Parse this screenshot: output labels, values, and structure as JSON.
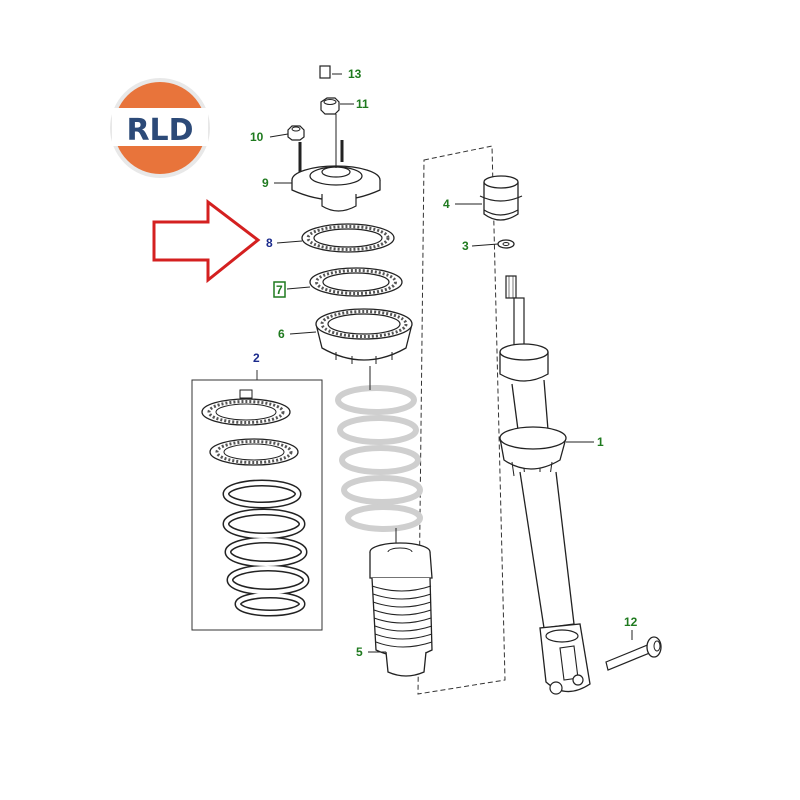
{
  "logo": {
    "text": "RLD",
    "colors": {
      "top": "#e8743b",
      "bottom": "#e8743b",
      "band": "#ffffff",
      "text": "#2c4a78",
      "ring": "#d9d9d9"
    }
  },
  "colors": {
    "callout_green": "#1f7a1f",
    "callout_blue": "#1a2a8c",
    "arrow_red": "#d42020",
    "line": "#222222",
    "ghost": "#cfcfcf"
  },
  "callouts": [
    {
      "id": "1",
      "label": "1",
      "color": "green"
    },
    {
      "id": "2",
      "label": "2",
      "color": "blue"
    },
    {
      "id": "3",
      "label": "3",
      "color": "green"
    },
    {
      "id": "4",
      "label": "4",
      "color": "green"
    },
    {
      "id": "5",
      "label": "5",
      "color": "green"
    },
    {
      "id": "6",
      "label": "6",
      "color": "green"
    },
    {
      "id": "7",
      "label": "7",
      "color": "green",
      "boxed": true
    },
    {
      "id": "8",
      "label": "8",
      "color": "blue"
    },
    {
      "id": "9",
      "label": "9",
      "color": "green"
    },
    {
      "id": "10",
      "label": "10",
      "color": "green"
    },
    {
      "id": "11",
      "label": "11",
      "color": "green"
    },
    {
      "id": "12",
      "label": "12",
      "color": "green"
    },
    {
      "id": "13",
      "label": "13",
      "color": "green"
    }
  ],
  "highlight_arrow": {
    "target": "8",
    "icon": "red-outline-arrow-icon"
  }
}
